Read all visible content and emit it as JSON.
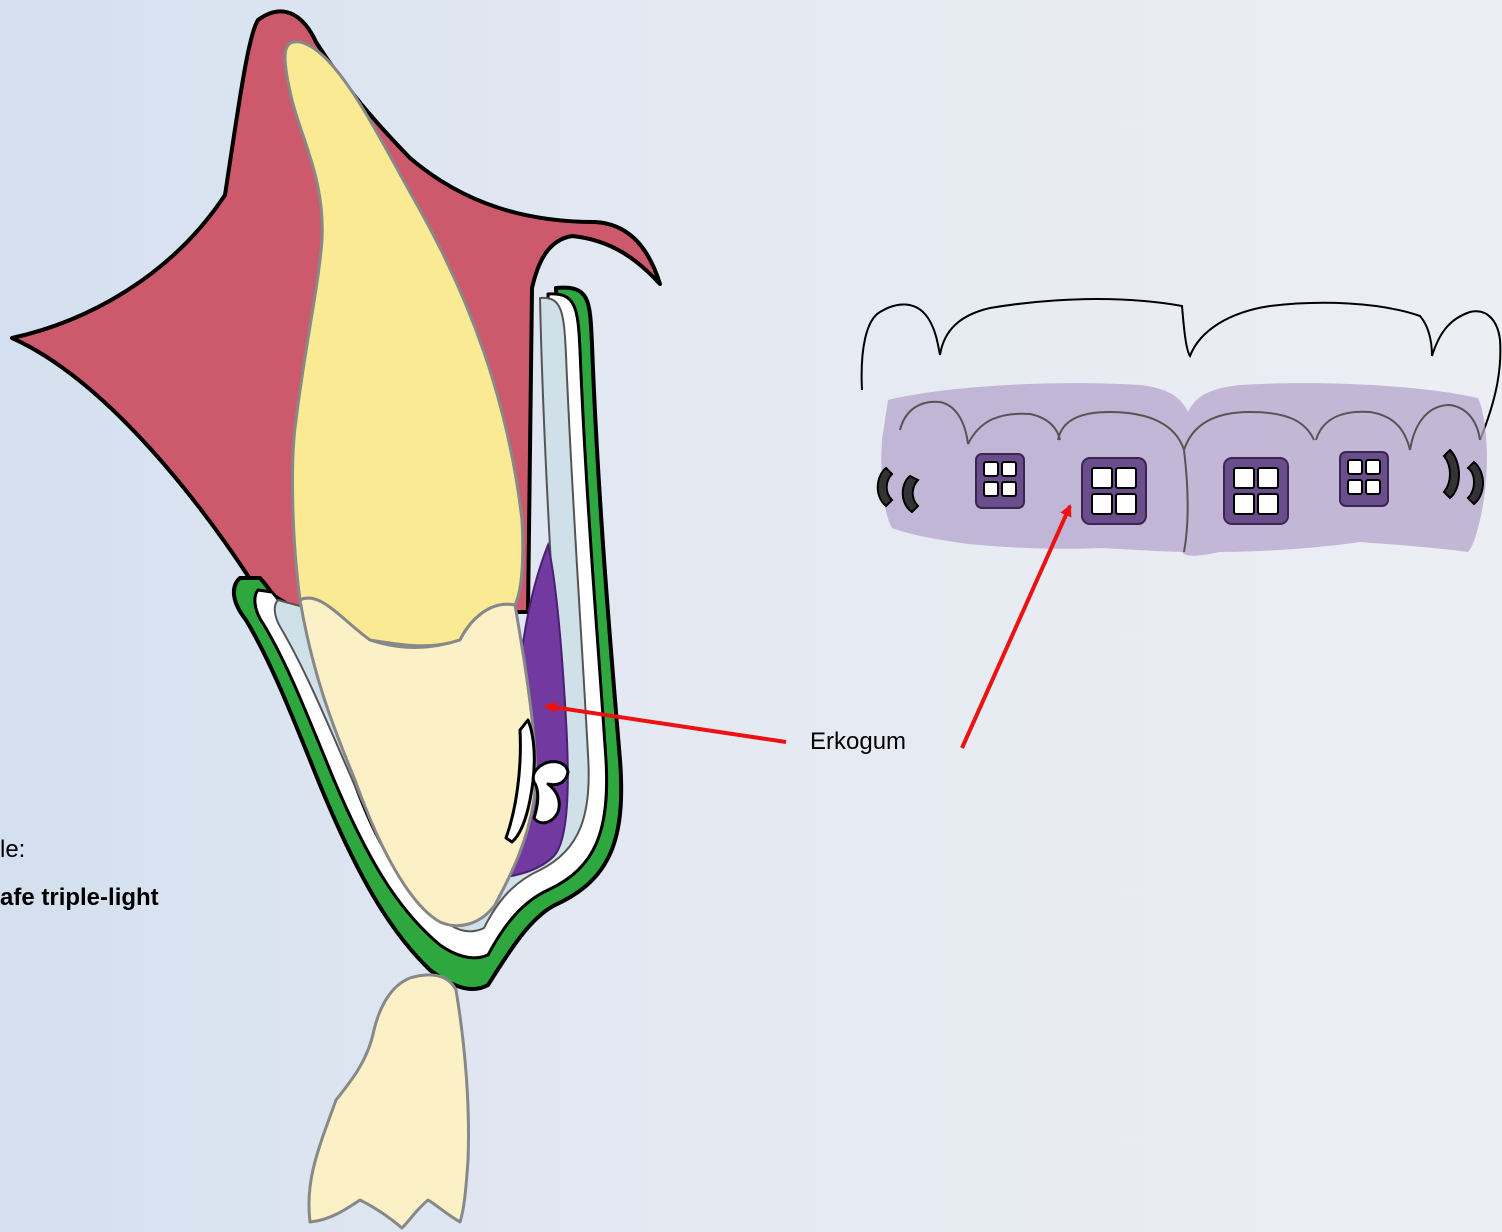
{
  "labels": {
    "product": "Erkogum",
    "caption_line1": "le:",
    "caption_line2": "afe triple-light"
  },
  "colors": {
    "background_left": "#d4e0ef",
    "background_right": "#eceef3",
    "gingiva": "#cc5a6c",
    "root": "#fbea94",
    "crown": "#fcf1c6",
    "appliance_green": "#2ea83e",
    "layer_light": "#cfe0e8",
    "adhesive_purple": "#7239a0",
    "tray_purple": "#b6a4cc",
    "arrow_red": "#ee1111"
  },
  "icons": {
    "bracket": "bracket-icon",
    "arrow": "arrow-icon"
  }
}
